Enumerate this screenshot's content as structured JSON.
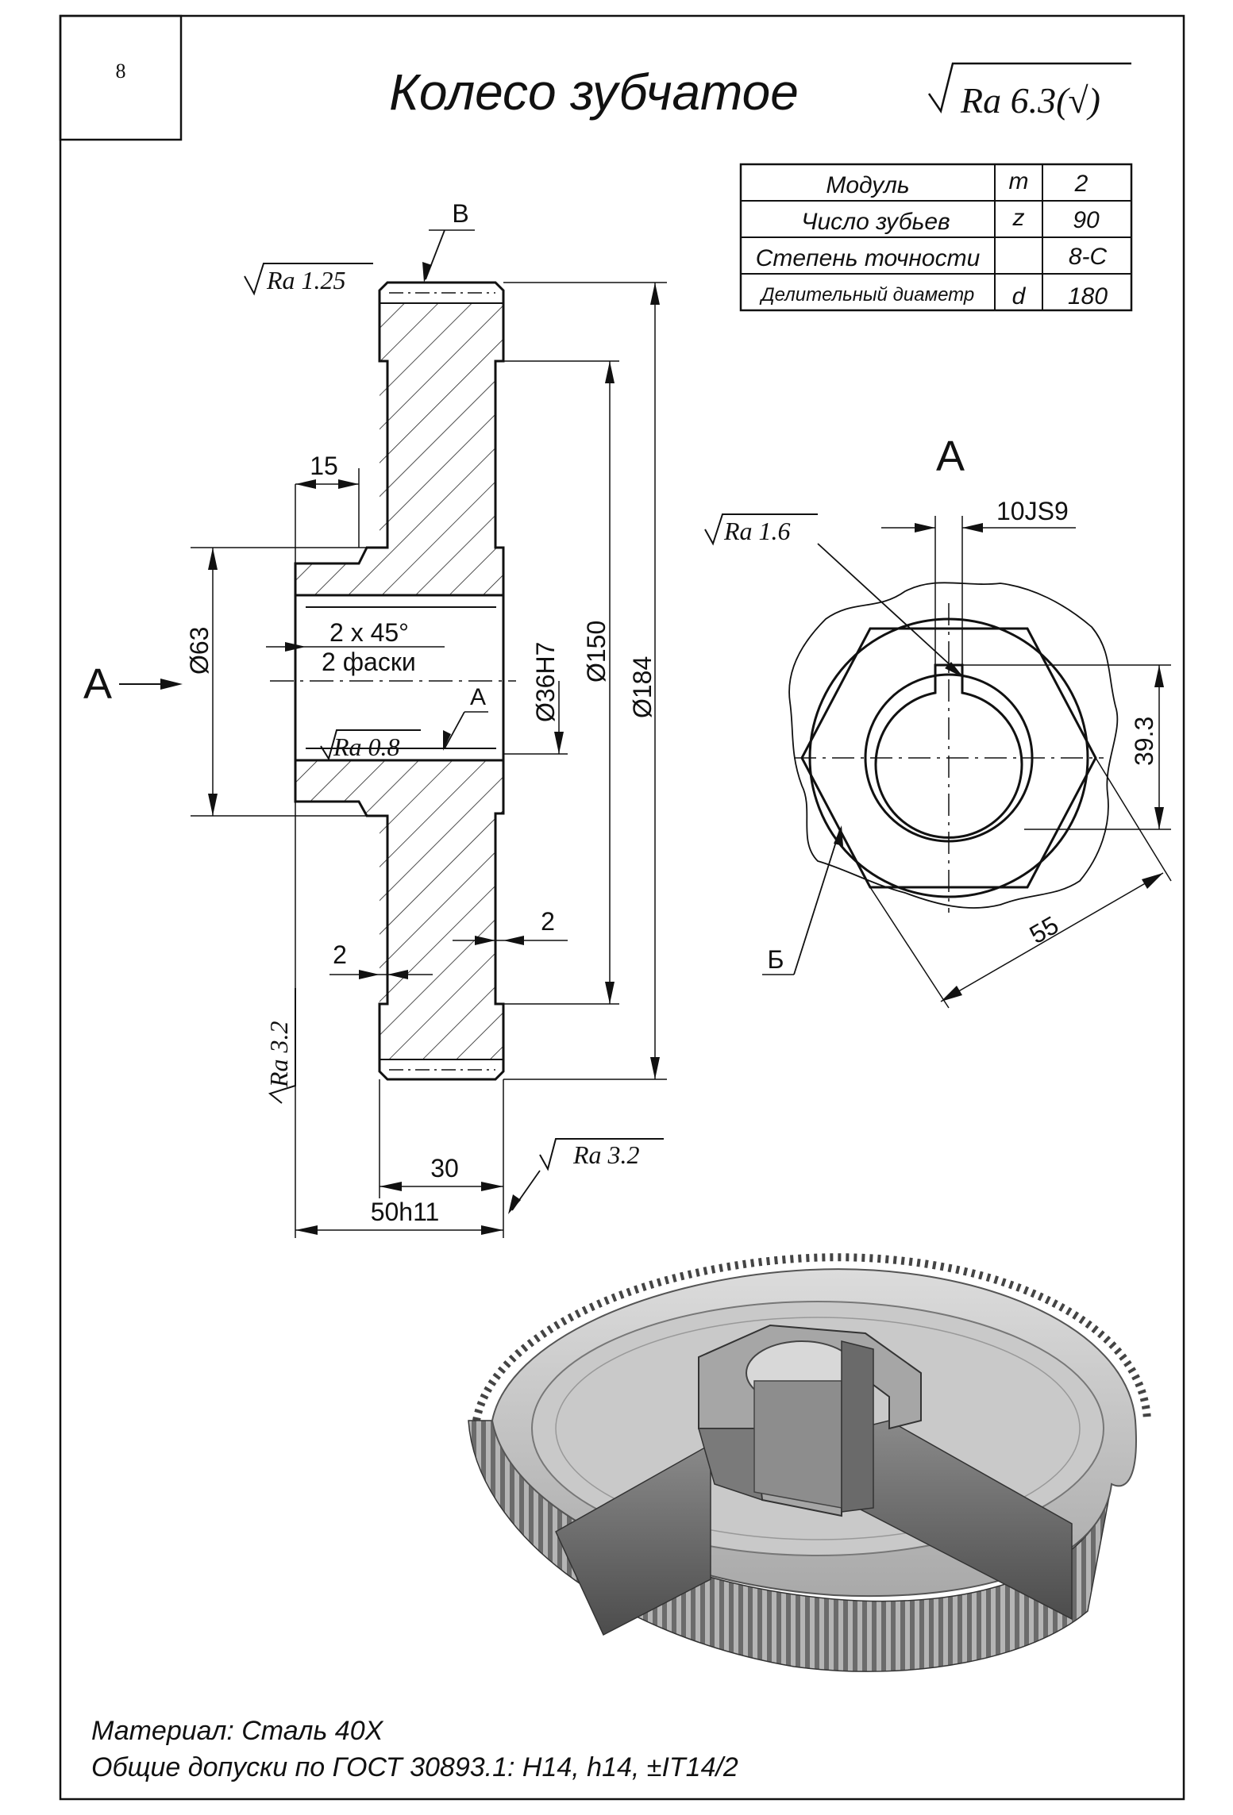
{
  "sheet": {
    "page_number": "8",
    "title": "Колесо зубчатое",
    "roughness_general": "Ra 6.3(√)"
  },
  "params_table": [
    {
      "name": "Модуль",
      "symbol": "m",
      "value": "2"
    },
    {
      "name": "Число зубьев",
      "symbol": "z",
      "value": "90"
    },
    {
      "name": "Степень точности",
      "symbol": "",
      "value": "8-C"
    },
    {
      "name": "Делительный диаметр",
      "symbol": "d",
      "value": "180"
    }
  ],
  "section_view": {
    "roughness_top": "Ra 1.25",
    "roughness_bore": "Ra 0.8",
    "roughness_side": "Ra 3.2",
    "roughness_bottom": "Ra 3.2",
    "label_B": "B",
    "label_A_arrow": "A",
    "label_A_bore": "A",
    "dims": {
      "hub_step": "15",
      "chamfer": "2 x 45°",
      "chamfer_count": "2 фаски",
      "d_hub": "Ø63",
      "d_bore": "Ø36H7",
      "d_150": "Ø150",
      "d_184": "Ø184",
      "recess_right": "2",
      "recess_left": "2",
      "rim_width": "30",
      "total_width": "50h11"
    }
  },
  "view_a": {
    "title": "A",
    "roughness": "Ra 1.6",
    "key_width": "10JS9",
    "hex_height": "39.3",
    "hex_across": "55",
    "label_B": "Б"
  },
  "notes": {
    "material": "Материал: Сталь 40Х",
    "tolerances": "Общие допуски по ГОСТ 30893.1: H14, h14, ±IT14/2"
  },
  "colors": {
    "ink": "#111111",
    "paper": "#ffffff"
  }
}
